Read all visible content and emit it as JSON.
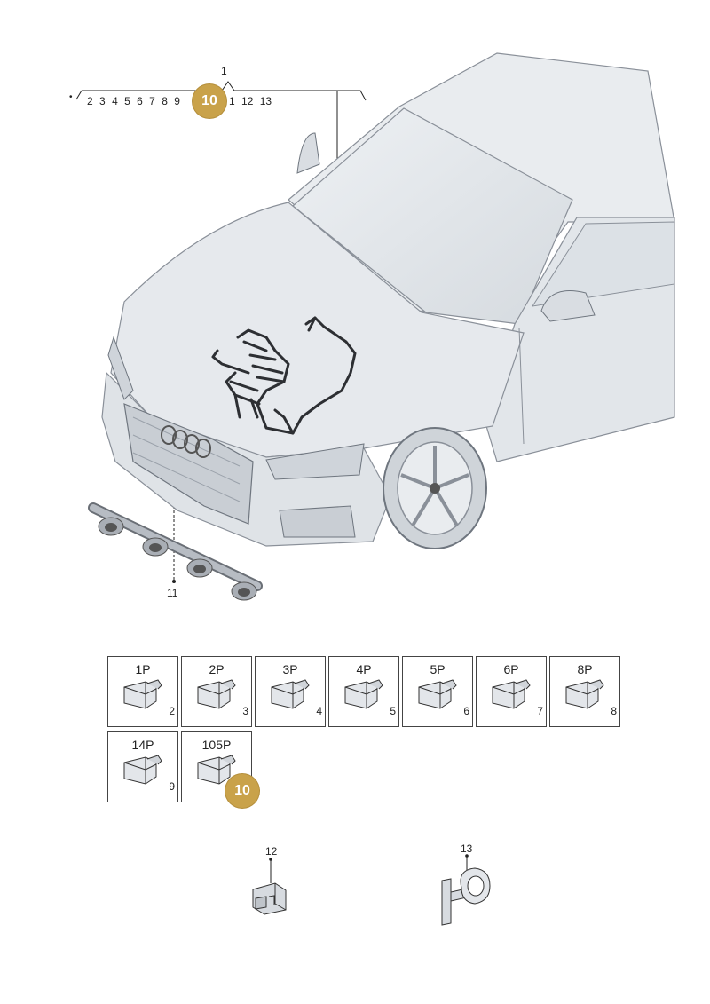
{
  "callouts": {
    "top": "1",
    "items_left": [
      "2",
      "3",
      "4",
      "5",
      "6",
      "7",
      "8",
      "9"
    ],
    "items_right": [
      "1",
      "12",
      "13"
    ],
    "highlight": "10",
    "harness": "11",
    "clip_a": "12",
    "clip_b": "13"
  },
  "connectors": [
    {
      "pins": "1P",
      "num": "2"
    },
    {
      "pins": "2P",
      "num": "3"
    },
    {
      "pins": "3P",
      "num": "4"
    },
    {
      "pins": "4P",
      "num": "5"
    },
    {
      "pins": "5P",
      "num": "6"
    },
    {
      "pins": "6P",
      "num": "7"
    },
    {
      "pins": "8P",
      "num": "8"
    },
    {
      "pins": "14P",
      "num": "9"
    },
    {
      "pins": "105P",
      "num": "10"
    }
  ],
  "colors": {
    "highlight": "#c9a24a",
    "line": "#222222",
    "car_fill": "#e4e8ec",
    "car_stroke": "#8a9099"
  }
}
